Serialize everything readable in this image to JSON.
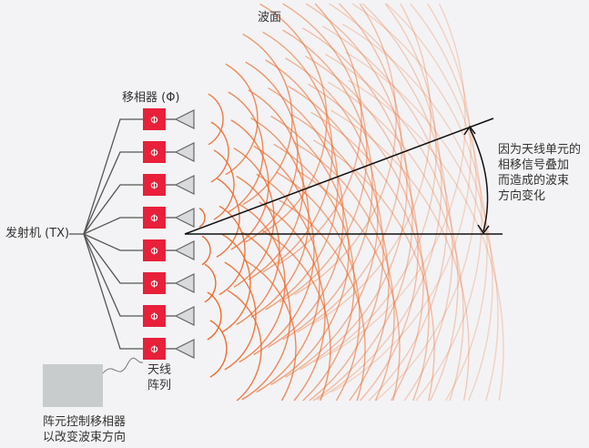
{
  "labels": {
    "wavefront": "波面",
    "phase_shifter": "移相器 (Φ)",
    "transmitter": "发射机 (TX)",
    "antenna_array": "天线\n阵列",
    "beam_steering": "因为天线单元的\n相移信号叠加\n而造成的波束\n方向变化",
    "controller": "阵元控制移相器\n以改变波束方向",
    "phi_symbol": "Φ"
  },
  "colors": {
    "shifter": "#e8203a",
    "wave": "#f06a2a",
    "antenna": "#d8dadb",
    "controller": "#c9cccc"
  },
  "element_count": 8
}
